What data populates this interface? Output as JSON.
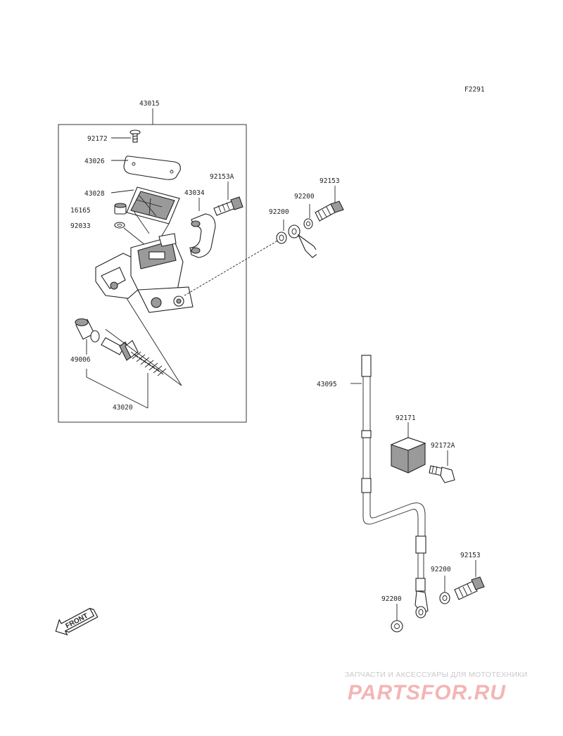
{
  "diagram_ref": "F2291",
  "assembly": {
    "master_cylinder": "43015",
    "piston_kit": "43020"
  },
  "parts": {
    "screw_cap": "92172",
    "cap": "43026",
    "diaphragm": "43028",
    "boot": "16165",
    "o_ring": "92033",
    "holder": "43034",
    "bolt_holder": "92153A",
    "washer_a": "92200",
    "washer_b": "92200",
    "washer_c": "92200",
    "washer_d": "92200",
    "banjo_bolt_top": "92153",
    "banjo_bolt_bottom": "92153",
    "piston_seal": "49006",
    "hose": "43095",
    "clamp": "92171",
    "bolt_clamp": "92172A"
  },
  "front_marker": "FRONT",
  "watermark": {
    "tagline": "ЗАПЧАСТИ И АКСЕССУАРЫ ДЛЯ МОТОТЕХНИКИ",
    "brand": "PARTSFOR.RU"
  }
}
